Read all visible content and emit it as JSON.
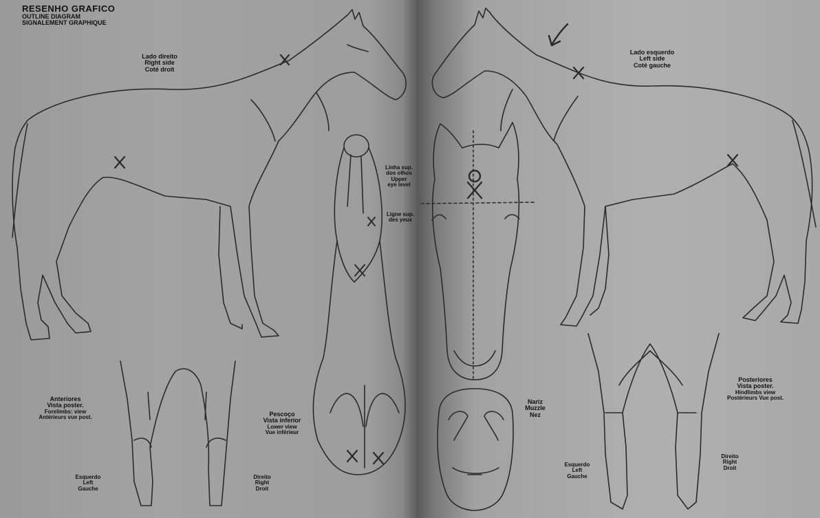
{
  "title": {
    "main": "RESENHO GRAFICO",
    "en": "OUTLINE DIAGRAM",
    "fr": "SIGNALEMENT GRAPHIQUE"
  },
  "right_side": {
    "pt": "Lado direito",
    "en": "Right side",
    "fr": "Coté droit"
  },
  "left_side": {
    "pt": "Lado esquerdo",
    "en": "Left side",
    "fr": "Coté gauche"
  },
  "eye_lines": {
    "upper_pt": "Linha sup.",
    "upper_pt2": "dos olhos",
    "upper_en": "Upper",
    "upper_en2": "eye level",
    "lower_fr": "Ligne sup.",
    "lower_fr2": "des yeux"
  },
  "anteriores": {
    "pt": "Anteriores",
    "pt2": "Vista poster.",
    "en": "Forelimbs: view",
    "fr": "Antérieurs vue post."
  },
  "pescoco": {
    "pt": "Pescoço",
    "pt2": "Vista inferior",
    "en": "Lower view",
    "fr": "Vue inférieur"
  },
  "posteriores": {
    "pt": "Posteriores",
    "pt2": "Vista poster.",
    "en": "Hindlimbs view",
    "fr": "Postérieurs Vue post."
  },
  "nariz": {
    "pt": "Nariz",
    "en": "Muzzle",
    "fr": "Nez"
  },
  "fore_left": {
    "pt": "Esquerdo",
    "en": "Left",
    "fr": "Gauche"
  },
  "fore_right": {
    "pt": "Direito",
    "en": "Right",
    "fr": "Droit"
  },
  "hind_left": {
    "pt": "Esquerdo",
    "en": "Left",
    "fr": "Gauche"
  },
  "hind_right": {
    "pt": "Direito",
    "en": "Right",
    "fr": "Droit"
  },
  "colors": {
    "ink": "#2a2a2a",
    "paper": "#a3a3a3",
    "fold": "#555555"
  }
}
